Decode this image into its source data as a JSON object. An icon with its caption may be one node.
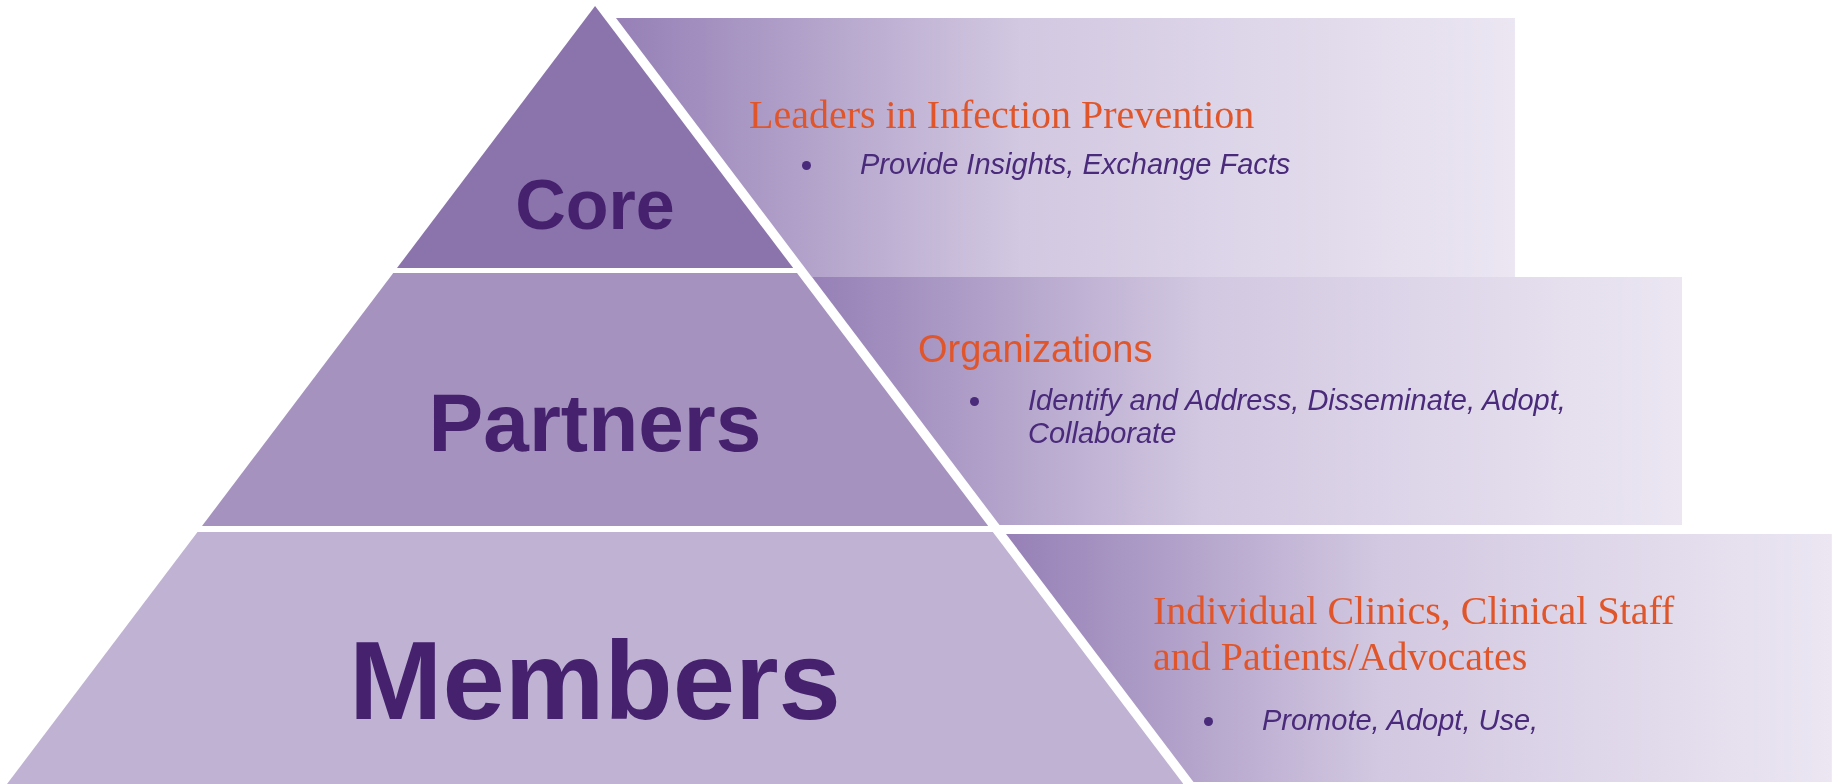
{
  "diagram": {
    "nodes": [
      {
        "text": [
          "Core"
        ]
      },
      {
        "text": [
          "Leaders in Infection Prevention",
          "Provide Insights, Exchange Facts"
        ]
      },
      {
        "text": [
          "Partners"
        ]
      },
      {
        "text": [
          "Organizations",
          "Identify and Address, Disseminate, Adopt, Collaborate"
        ]
      },
      {
        "text": [
          "Members"
        ]
      },
      {
        "text": [
          "Individual Clinics, Clinical Staff and Patients/Advocates",
          "Promote, Adopt, Use,"
        ]
      }
    ]
  }
}
